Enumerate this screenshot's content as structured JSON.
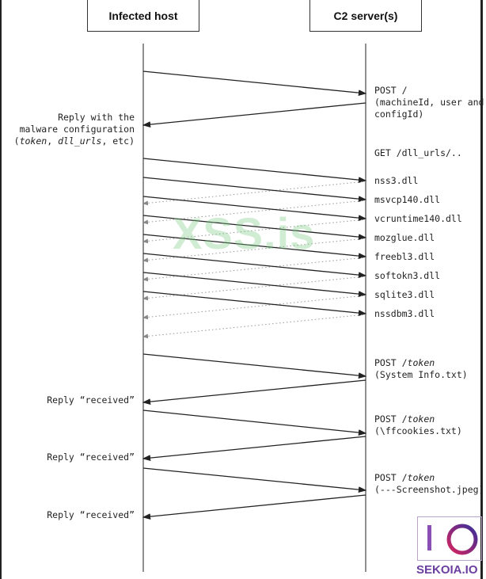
{
  "participants": {
    "left": "Infected host",
    "right": "C2 server(s)"
  },
  "messages_right": {
    "post_root": [
      "POST /",
      "(machineId, user and",
      "configId)"
    ],
    "get_dlls": "GET /dll_urls/..",
    "dlls": [
      "nss3.dll",
      "msvcp140.dll",
      "vcruntime140.dll",
      "mozglue.dll",
      "freebl3.dll",
      "softokn3.dll",
      "sqlite3.dll",
      "nssdbm3.dll"
    ],
    "post_sysinfo": {
      "prefix": "POST /",
      "token": "token",
      "file": "(System Info.txt)"
    },
    "post_cookies": {
      "prefix": "POST /",
      "token": "token",
      "file": "(\\ffcookies.txt)"
    },
    "post_screenshot": {
      "prefix": "POST /",
      "token": "token",
      "file": "(---Screenshot.jpeg)"
    }
  },
  "messages_left": {
    "config_reply": {
      "line1": "Reply with the",
      "line2": "malware configuration",
      "open": "(",
      "token": "token",
      "sep": ", ",
      "dll_urls": "dll_urls",
      "rest": ", etc)"
    },
    "received": [
      "Reply “received”",
      "Reply “received”",
      "Reply “received”"
    ]
  },
  "watermark": "XSS.is",
  "logo": {
    "text": "SEKOIA.IO",
    "colors": [
      "#8a4fb5",
      "#d6245f",
      "#3a2f9a"
    ]
  }
}
